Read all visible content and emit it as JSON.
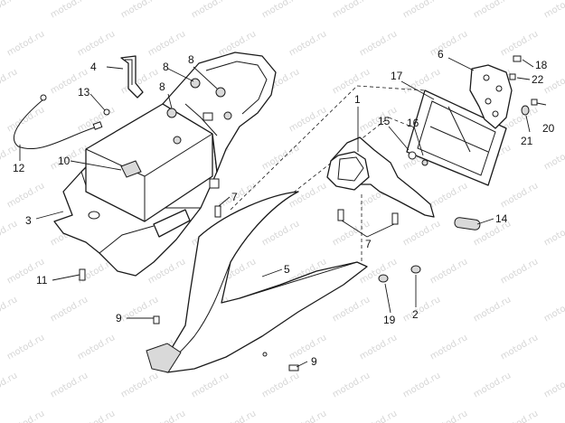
{
  "diagram": {
    "watermark_text": "motod.ru",
    "callouts": [
      "1",
      "2",
      "3",
      "4",
      "5",
      "6",
      "7",
      "7",
      "8",
      "8",
      "8",
      "9",
      "9",
      "10",
      "11",
      "12",
      "13",
      "14",
      "15",
      "16",
      "17",
      "18",
      "19",
      "20",
      "21",
      "22"
    ]
  }
}
